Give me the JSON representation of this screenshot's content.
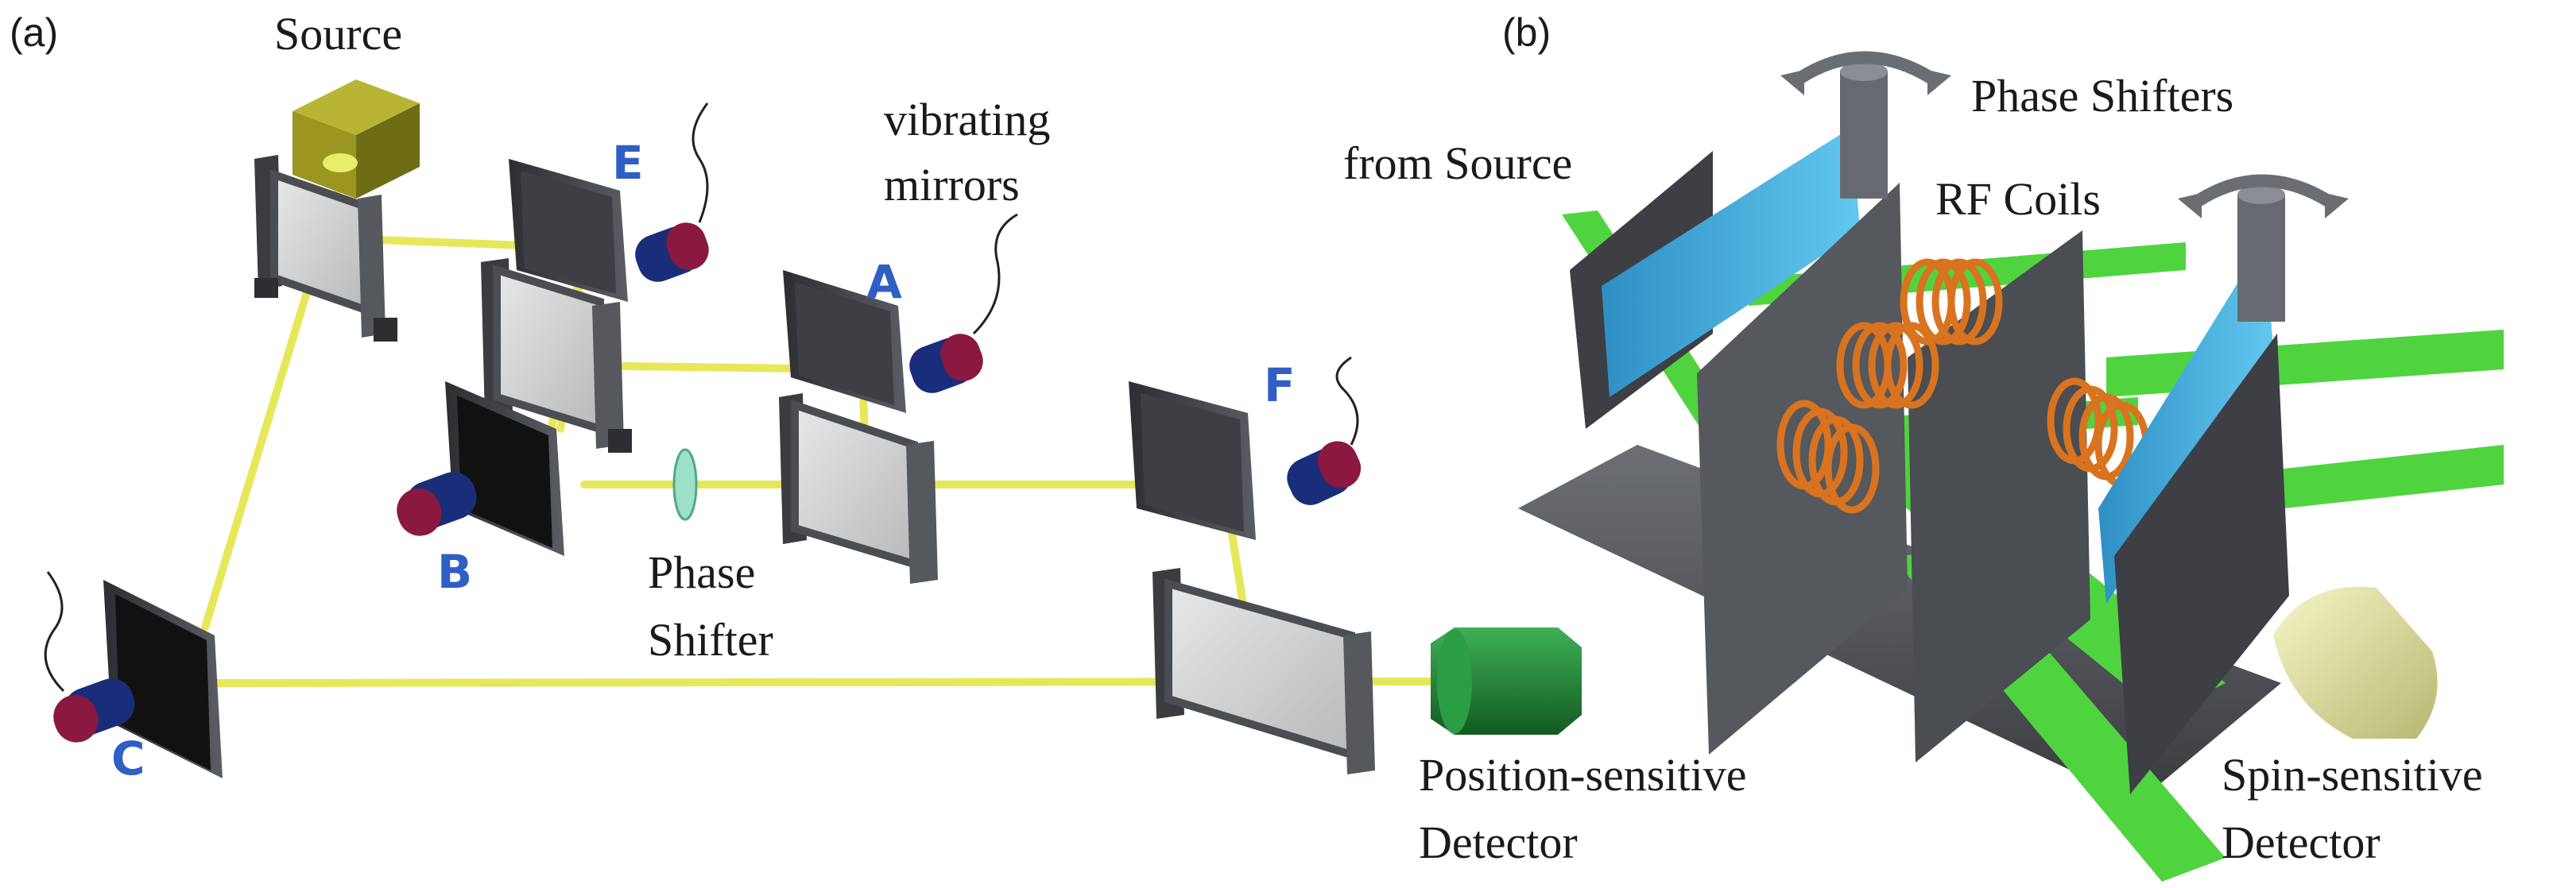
{
  "panel_a": {
    "tag": "(a)",
    "labels": {
      "source": "Source",
      "vibrating_line1": "vibrating",
      "vibrating_line2": "mirrors",
      "phase_line1": "Phase",
      "phase_line2": "Shifter",
      "detector_line1": "Position-sensitive",
      "detector_line2": "Detector"
    },
    "mirror_letters": {
      "e": "E",
      "a": "A",
      "f": "F",
      "b": "B",
      "c": "C"
    },
    "colors": {
      "beam": "#e6e85a",
      "mirror_frame": "#4a4d52",
      "source_box": "#9a9620",
      "detector": "#1f8a3a",
      "magnet_red": "#8a1840",
      "magnet_blue": "#1a2d7a",
      "letters": "#2f5fc4"
    }
  },
  "panel_b": {
    "tag": "(b)",
    "labels": {
      "phase_shifters": "Phase Shifters",
      "from_source": "from Source",
      "rf_coils": "RF Coils",
      "spin_line1": "Spin-sensitive",
      "spin_line2": "Detector"
    },
    "colors": {
      "beam": "#4fd43f",
      "plates": "#4a4d52",
      "blue_plates": "#49b6e3",
      "coils": "#d9731f",
      "detector": "#e8e8a0"
    }
  }
}
